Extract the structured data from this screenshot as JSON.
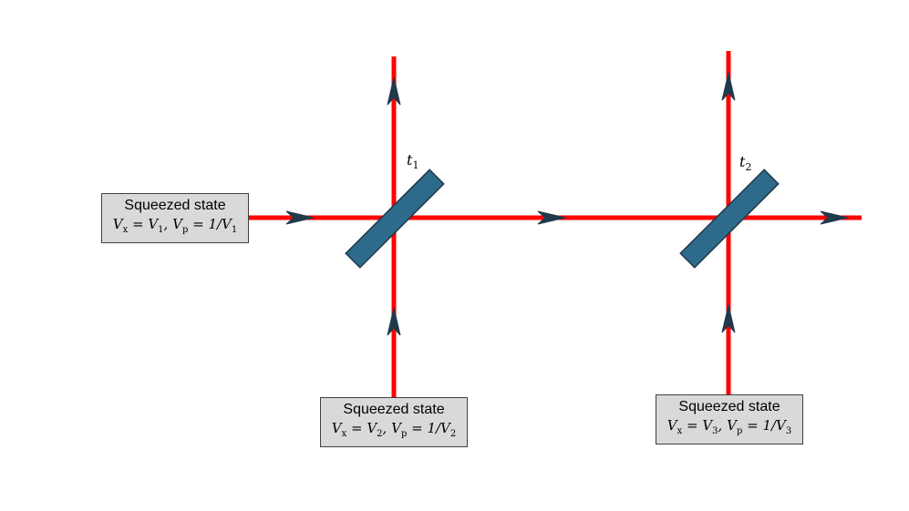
{
  "beam_color": "#ff0000",
  "splitter_color": "#2e6a8a",
  "arrow_color": "#1f3a4a",
  "sources": [
    {
      "title": "Squeezed state",
      "formula": {
        "vx_label": "V",
        "vx_sub": "x",
        "vx_val": "V",
        "vx_val_sub": "1",
        "vp_label": "V",
        "vp_sub": "p",
        "vp_val": "1/V",
        "vp_val_sub": "1"
      }
    },
    {
      "title": "Squeezed state",
      "formula": {
        "vx_label": "V",
        "vx_sub": "x",
        "vx_val": "V",
        "vx_val_sub": "2",
        "vp_label": "V",
        "vp_sub": "p",
        "vp_val": "1/V",
        "vp_val_sub": "2"
      }
    },
    {
      "title": "Squeezed state",
      "formula": {
        "vx_label": "V",
        "vx_sub": "x",
        "vx_val": "V",
        "vx_val_sub": "3",
        "vp_label": "V",
        "vp_sub": "p",
        "vp_val": "1/V",
        "vp_val_sub": "3"
      }
    }
  ],
  "beam_splitters": [
    {
      "label": "t",
      "sub": "1"
    },
    {
      "label": "t",
      "sub": "2"
    }
  ]
}
